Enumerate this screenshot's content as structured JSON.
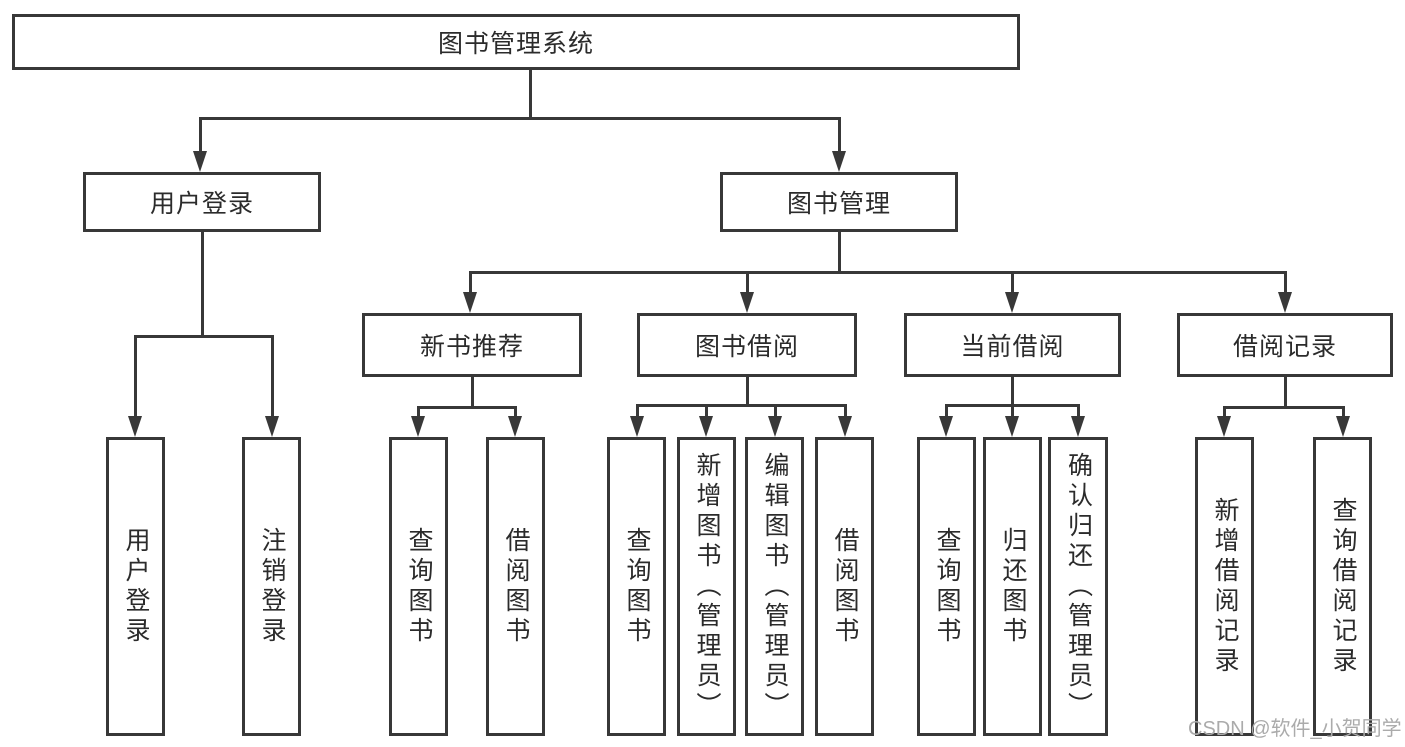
{
  "watermark": "CSDN @软件_小贺同学",
  "colors": {
    "line": "#383838",
    "text": "#2b2b2b",
    "watermark": "#ababab",
    "background": "#ffffff"
  },
  "tree": {
    "label": "图书管理系统",
    "children": [
      {
        "label": "用户登录",
        "children": [
          {
            "label": "用户登录"
          },
          {
            "label": "注销登录"
          }
        ]
      },
      {
        "label": "图书管理",
        "children": [
          {
            "label": "新书推荐",
            "children": [
              {
                "label": "查询图书"
              },
              {
                "label": "借阅图书"
              }
            ]
          },
          {
            "label": "图书借阅",
            "children": [
              {
                "label": "查询图书"
              },
              {
                "label": "新增图书（管理员）"
              },
              {
                "label": "编辑图书（管理员）"
              },
              {
                "label": "借阅图书"
              }
            ]
          },
          {
            "label": "当前借阅",
            "children": [
              {
                "label": "查询图书"
              },
              {
                "label": "归还图书"
              },
              {
                "label": "确认归还（管理员）"
              }
            ]
          },
          {
            "label": "借阅记录",
            "children": [
              {
                "label": "新增借阅记录"
              },
              {
                "label": "查询借阅记录"
              }
            ]
          }
        ]
      }
    ]
  }
}
